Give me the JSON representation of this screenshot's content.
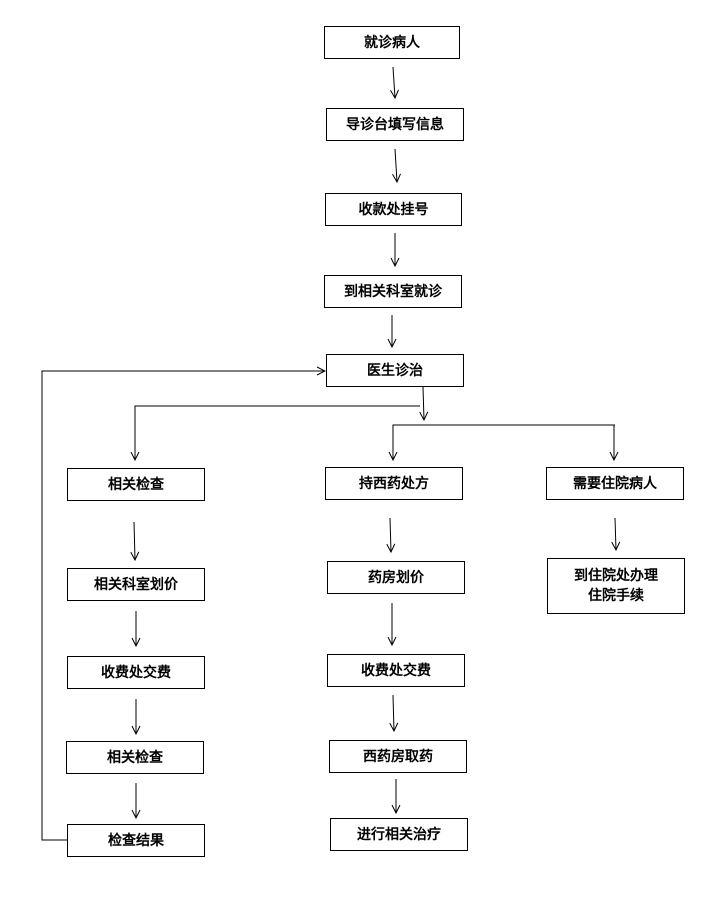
{
  "nodes": {
    "patient": "就诊病人",
    "guide": "导诊台填写信息",
    "cashier_register": "收款处挂号",
    "to_department": "到相关科室就诊",
    "doctor": "医生诊治",
    "exam_left": "相关检查",
    "western_rx": "持西药处方",
    "inpatient": "需要住院病人",
    "dept_pricing": "相关科室划价",
    "pharmacy_pricing": "药房划价",
    "admission": "到住院处办理\n住院手续",
    "pay_left": "收费处交费",
    "pay_mid": "收费处交费",
    "exam_left2": "相关检查",
    "western_pharmacy": "西药房取药",
    "result": "检查结果",
    "treatment": "进行相关治疗"
  }
}
